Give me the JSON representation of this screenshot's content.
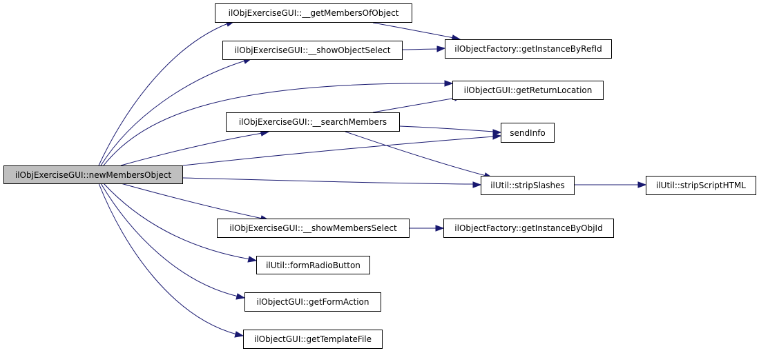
{
  "colors": {
    "edge": "#191970",
    "root_fill": "#bfbfbf",
    "node_fill": "#ffffff",
    "border": "#000000"
  },
  "nodes": {
    "new_members_object": "ilObjExerciseGUI::newMembersObject",
    "get_members_of_object": "ilObjExerciseGUI::__getMembersOfObject",
    "show_object_select": "ilObjExerciseGUI::__showObjectSelect",
    "search_members": "ilObjExerciseGUI::__searchMembers",
    "show_members_select": "ilObjExerciseGUI::__showMembersSelect",
    "form_radio_button": "ilUtil::formRadioButton",
    "get_form_action": "ilObjectGUI::getFormAction",
    "get_template_file": "ilObjectGUI::getTemplateFile",
    "get_instance_by_ref_id": "ilObjectFactory::getInstanceByRefId",
    "get_return_location": "ilObjectGUI::getReturnLocation",
    "send_info": "sendInfo",
    "strip_slashes": "ilUtil::stripSlashes",
    "strip_script_html": "ilUtil::stripScriptHTML",
    "get_instance_by_obj_id": "ilObjectFactory::getInstanceByObjId"
  }
}
